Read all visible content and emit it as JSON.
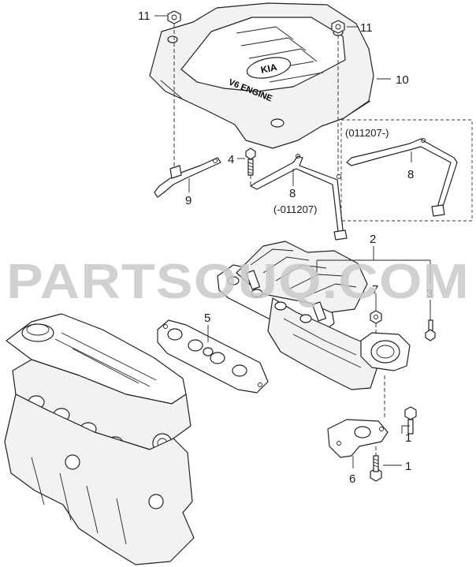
{
  "watermark": "PARTSOUQ.COM",
  "cover_logo": "KIA",
  "cover_script": "V6 ENGINE",
  "callouts": {
    "c11_left": "11",
    "c11_right": "11",
    "c10": "10",
    "c4": "4",
    "c9": "9",
    "c8_left": "8",
    "c8_left_date": "(-011207)",
    "c8_right": "8",
    "c8_right_date": "(011207-)",
    "c2": "2",
    "c7": "7",
    "c3": "3",
    "c5": "5",
    "c1_upper": "1",
    "c1_lower": "1",
    "c6": "6"
  }
}
